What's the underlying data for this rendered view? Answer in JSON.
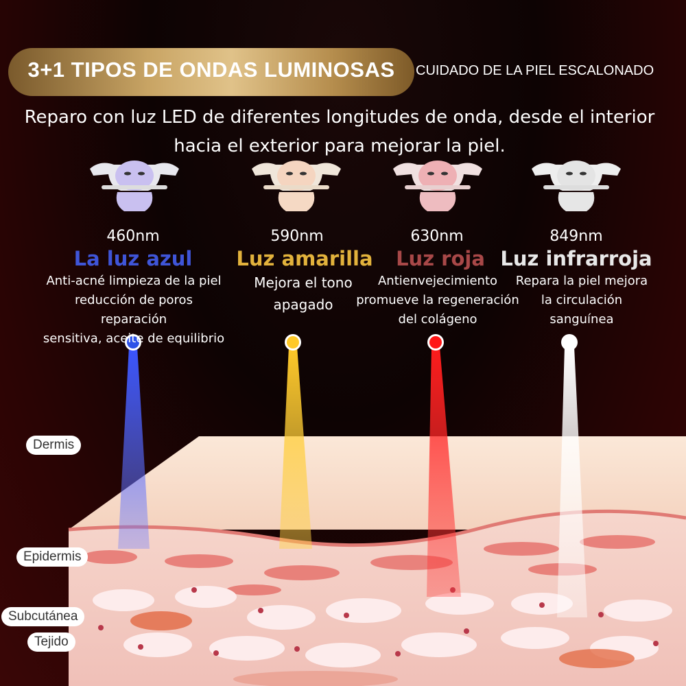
{
  "banner": {
    "title": "3+1 TIPOS DE ONDAS LUMINOSAS",
    "subtitle": "CUIDADO DE LA PIEL ESCALONADO"
  },
  "intro": {
    "line1": "Reparo con luz LED de diferentes longitudes de onda, desde el interior",
    "line2": "hacia el exterior para mejorar la piel."
  },
  "lights": [
    {
      "wavelength": "460nm",
      "name": "La luz azul",
      "desc1": "Anti-acné limpieza de la piel",
      "desc2": "reducción de poros reparación",
      "desc3": "sensitiva, aceite de equilibrio",
      "color": "#3a55d6"
    },
    {
      "wavelength": "590nm",
      "name": "Luz amarilla",
      "desc1": "Mejora el tono",
      "desc2": "apagado",
      "desc3": "",
      "color": "#e6b43a"
    },
    {
      "wavelength": "630nm",
      "name": "Luz roja",
      "desc1": "Antienvejecimiento",
      "desc2": "promueve la regeneración",
      "desc3": "del colágeno",
      "color": "#b54040"
    },
    {
      "wavelength": "849nm",
      "name": "Luz infrarroja",
      "desc1": "Repara la piel mejora",
      "desc2": "la circulación",
      "desc3": "sanguínea",
      "color": "#f2f2f2"
    }
  ],
  "layers": {
    "dermis": "Dermis",
    "epidermis": "Epidermis",
    "subcutanea": "Subcutánea",
    "tejido": "Tejido"
  },
  "icons": [
    "led-mask-blue-icon",
    "led-mask-yellow-icon",
    "led-mask-red-icon",
    "led-mask-white-icon"
  ]
}
